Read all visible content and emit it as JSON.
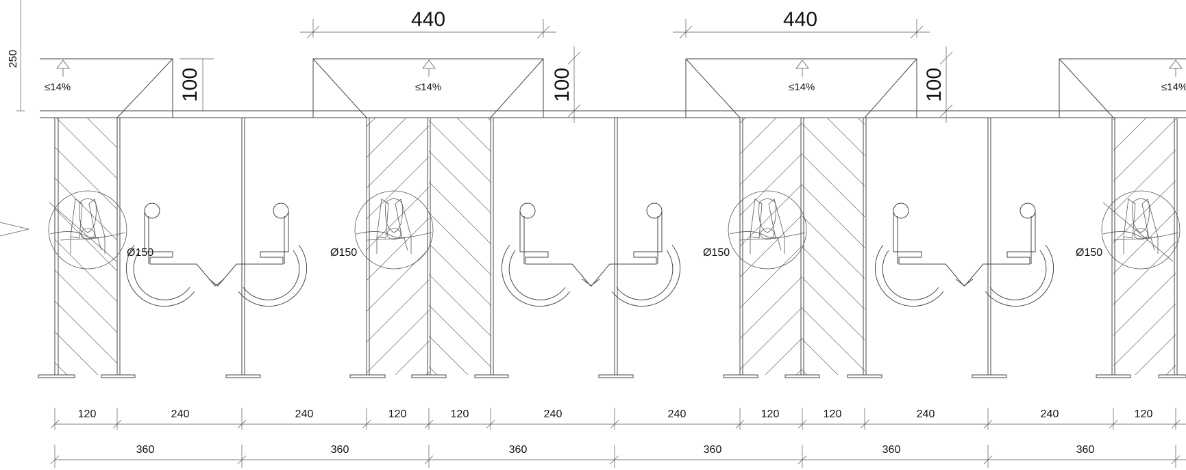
{
  "ramp_dimension": "440",
  "ramp_depth": "100",
  "slope_label": "≤14%",
  "side_dimension": "250",
  "turning_circle_label": "Ø150",
  "icons": {
    "wheelchair_symbol": "accessible-parking-icon",
    "turning_person": "wheelchair-user-icon"
  },
  "dims_row1": [
    "120",
    "240",
    "240",
    "120",
    "120",
    "240",
    "240",
    "120",
    "120",
    "240",
    "240",
    "120"
  ],
  "dims_row2": [
    "360",
    "360",
    "360",
    "360",
    "360",
    "360"
  ]
}
